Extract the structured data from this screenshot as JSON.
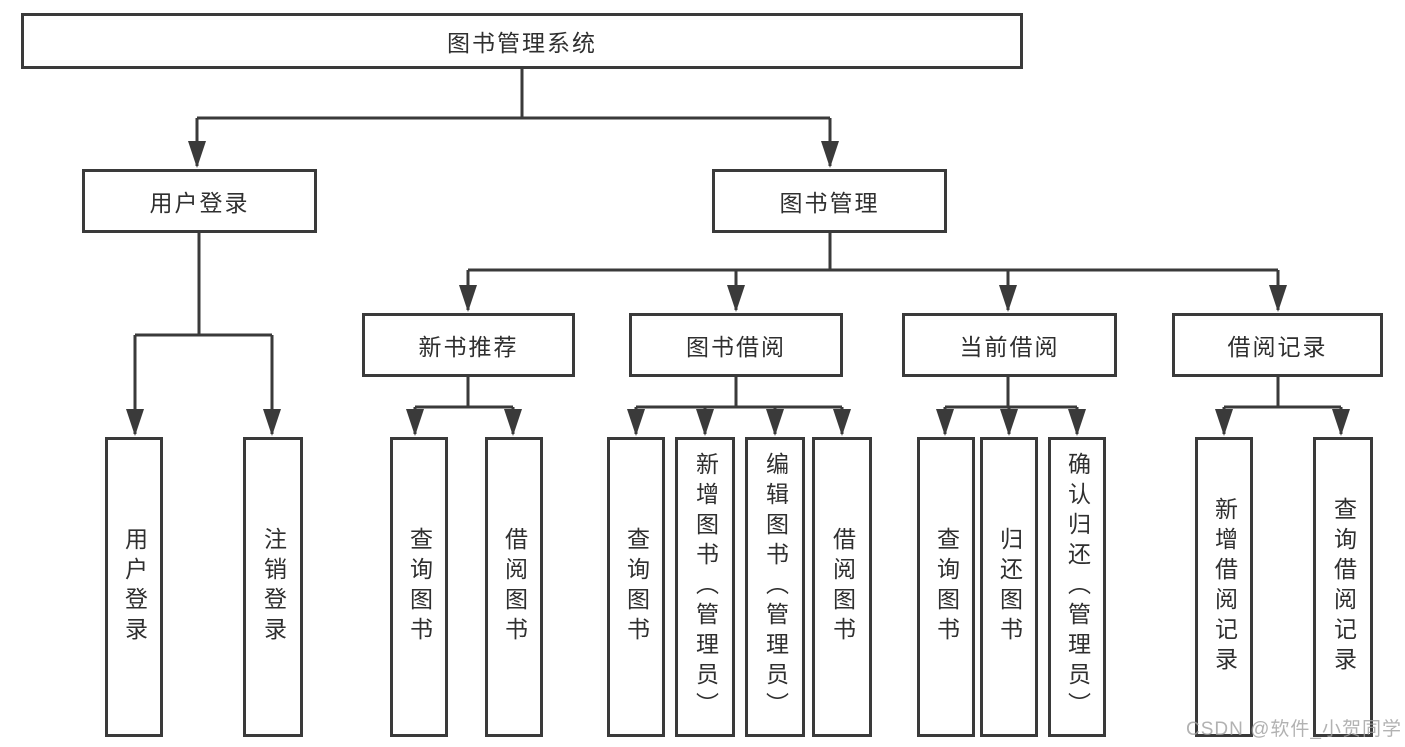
{
  "colors": {
    "line": "#3a3a3a",
    "text": "#2f2f2f",
    "box-bg": "#ffffff",
    "background": "#ffffff",
    "watermark": "#a0a0a0"
  },
  "tree": {
    "label": "图书管理系统",
    "children": [
      {
        "label": "用户登录",
        "children": [
          {
            "label": "用户登录"
          },
          {
            "label": "注销登录"
          }
        ]
      },
      {
        "label": "图书管理",
        "children": [
          {
            "label": "新书推荐",
            "children": [
              {
                "label": "查询图书"
              },
              {
                "label": "借阅图书"
              }
            ]
          },
          {
            "label": "图书借阅",
            "children": [
              {
                "label": "查询图书"
              },
              {
                "label": "新增图书（管理员）"
              },
              {
                "label": "编辑图书（管理员）"
              },
              {
                "label": "借阅图书"
              }
            ]
          },
          {
            "label": "当前借阅",
            "children": [
              {
                "label": "查询图书"
              },
              {
                "label": "归还图书"
              },
              {
                "label": "确认归还（管理员）"
              }
            ]
          },
          {
            "label": "借阅记录",
            "children": [
              {
                "label": "新增借阅记录"
              },
              {
                "label": "查询借阅记录"
              }
            ]
          }
        ]
      }
    ]
  },
  "watermark": {
    "text": "CSDN @软件_小贺同学"
  }
}
